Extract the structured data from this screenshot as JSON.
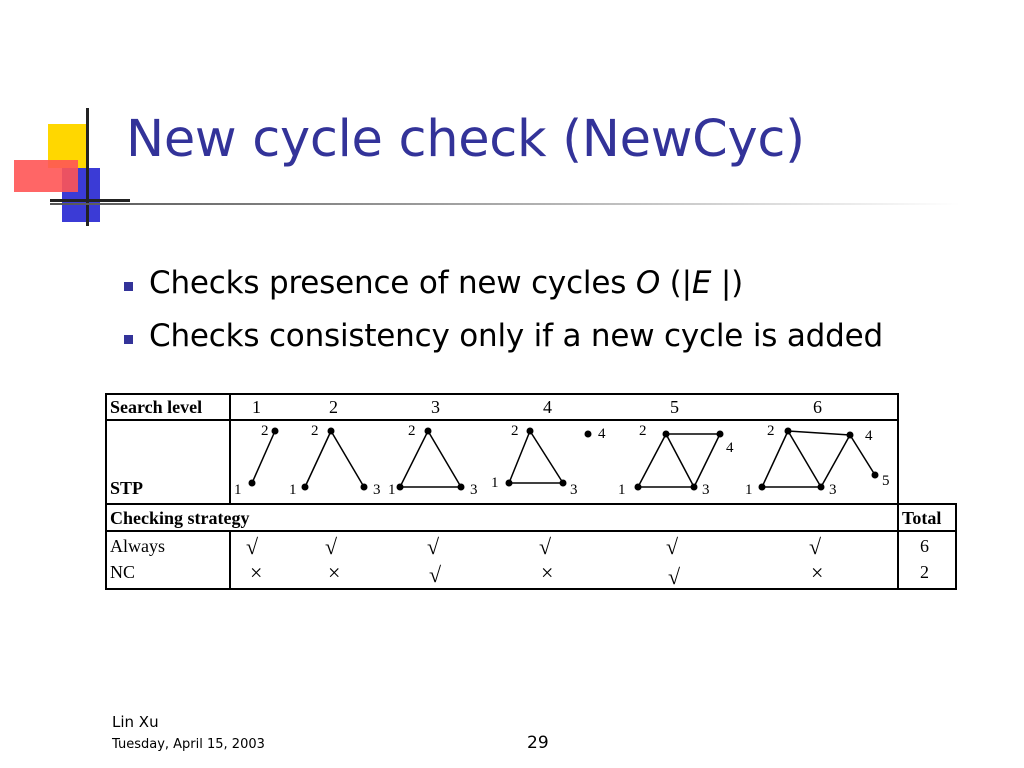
{
  "slide": {
    "title": "New cycle check  (NewCyc)",
    "bullets": [
      {
        "before": "Checks presence of new cycles ",
        "o": "O",
        "mid1": " (|",
        "e": "E",
        "mid2": " |)"
      },
      {
        "text": "Checks consistency only if  a new cycle is added"
      }
    ],
    "footer": {
      "author": "Lin Xu",
      "date": "Tuesday, April 15, 2003",
      "page": "29"
    }
  },
  "table": {
    "header_search": "Search level",
    "levels": [
      "1",
      "2",
      "3",
      "4",
      "5",
      "6"
    ],
    "stp_label": "STP",
    "checking_label": "Checking strategy",
    "total_label": "Total",
    "rows": [
      {
        "label": "Always",
        "marks": [
          "√",
          "√",
          "√",
          "√",
          "√",
          "√"
        ],
        "total": "6"
      },
      {
        "label": "NC",
        "marks": [
          "×",
          "×",
          "√",
          "×",
          "√",
          "×"
        ],
        "total": "2"
      }
    ],
    "graph_labels": [
      [
        "2",
        "1"
      ],
      [
        "2",
        "1",
        "3"
      ],
      [
        "2",
        "1",
        "3"
      ],
      [
        "2",
        "4",
        "1",
        "3"
      ],
      [
        "2",
        "4",
        "1",
        "3"
      ],
      [
        "2",
        "4",
        "5",
        "1",
        "3"
      ]
    ]
  },
  "colors": {
    "title": "#333399",
    "bullet": "#333399"
  }
}
